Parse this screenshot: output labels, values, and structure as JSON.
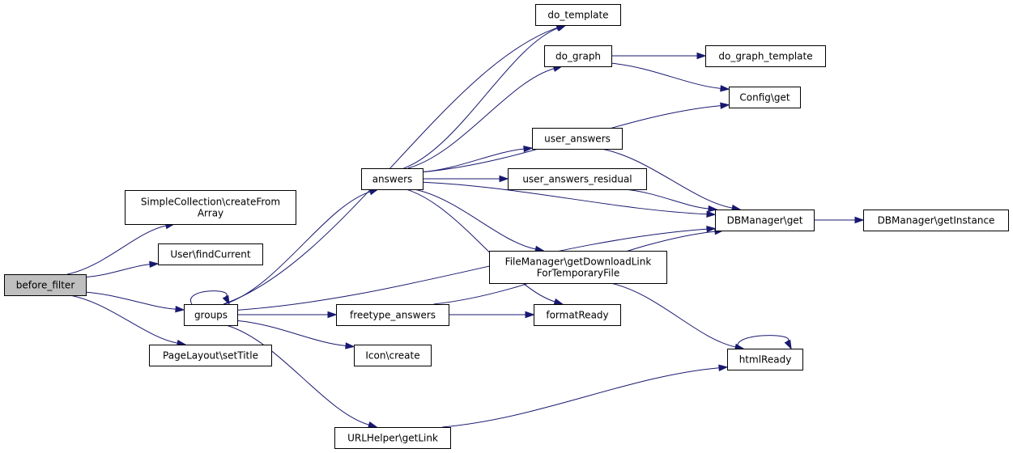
{
  "graph": {
    "type": "call-graph",
    "edge_color": "#191970",
    "root_fill": "#bfbfbf",
    "nodes": {
      "before_filter": {
        "lines": [
          "before_filter"
        ],
        "root": true
      },
      "simplecollection": {
        "lines": [
          "SimpleCollection\\createFrom",
          "Array"
        ]
      },
      "user_findcurrent": {
        "lines": [
          "User\\findCurrent"
        ]
      },
      "groups": {
        "lines": [
          "groups"
        ]
      },
      "pagelayout_settitle": {
        "lines": [
          "PageLayout\\setTitle"
        ]
      },
      "answers": {
        "lines": [
          "answers"
        ]
      },
      "do_template": {
        "lines": [
          "do_template"
        ]
      },
      "do_graph": {
        "lines": [
          "do_graph"
        ]
      },
      "do_graph_template": {
        "lines": [
          "do_graph_template"
        ]
      },
      "config_get": {
        "lines": [
          "Config\\get"
        ]
      },
      "user_answers": {
        "lines": [
          "user_answers"
        ]
      },
      "user_answers_residual": {
        "lines": [
          "user_answers_residual"
        ]
      },
      "dbmanager_get": {
        "lines": [
          "DBManager\\get"
        ]
      },
      "dbmanager_getinstance": {
        "lines": [
          "DBManager\\getInstance"
        ]
      },
      "filemanager": {
        "lines": [
          "FileManager\\getDownloadLink",
          "ForTemporaryFile"
        ]
      },
      "freetype_answers": {
        "lines": [
          "freetype_answers"
        ]
      },
      "formatready": {
        "lines": [
          "formatReady"
        ]
      },
      "icon_create": {
        "lines": [
          "Icon\\create"
        ]
      },
      "htmlready": {
        "lines": [
          "htmlReady"
        ]
      },
      "urlhelper_getlink": {
        "lines": [
          "URLHelper\\getLink"
        ]
      }
    },
    "edges": [
      [
        "before_filter",
        "simplecollection"
      ],
      [
        "before_filter",
        "user_findcurrent"
      ],
      [
        "before_filter",
        "groups"
      ],
      [
        "before_filter",
        "pagelayout_settitle"
      ],
      [
        "groups",
        "groups"
      ],
      [
        "groups",
        "answers"
      ],
      [
        "groups",
        "do_template"
      ],
      [
        "groups",
        "formatready"
      ],
      [
        "groups",
        "freetype_answers"
      ],
      [
        "groups",
        "icon_create"
      ],
      [
        "groups",
        "dbmanager_get"
      ],
      [
        "groups",
        "urlhelper_getlink"
      ],
      [
        "answers",
        "do_template"
      ],
      [
        "answers",
        "do_graph"
      ],
      [
        "answers",
        "config_get"
      ],
      [
        "answers",
        "user_answers"
      ],
      [
        "answers",
        "user_answers_residual"
      ],
      [
        "answers",
        "dbmanager_get"
      ],
      [
        "answers",
        "filemanager"
      ],
      [
        "answers",
        "formatready"
      ],
      [
        "do_graph",
        "do_graph_template"
      ],
      [
        "do_graph",
        "config_get"
      ],
      [
        "user_answers",
        "dbmanager_get"
      ],
      [
        "user_answers_residual",
        "dbmanager_get"
      ],
      [
        "dbmanager_get",
        "dbmanager_getinstance"
      ],
      [
        "filemanager",
        "htmlready"
      ],
      [
        "freetype_answers",
        "formatready"
      ],
      [
        "freetype_answers",
        "dbmanager_get"
      ],
      [
        "htmlready",
        "htmlready"
      ],
      [
        "urlhelper_getlink",
        "htmlready"
      ]
    ]
  }
}
